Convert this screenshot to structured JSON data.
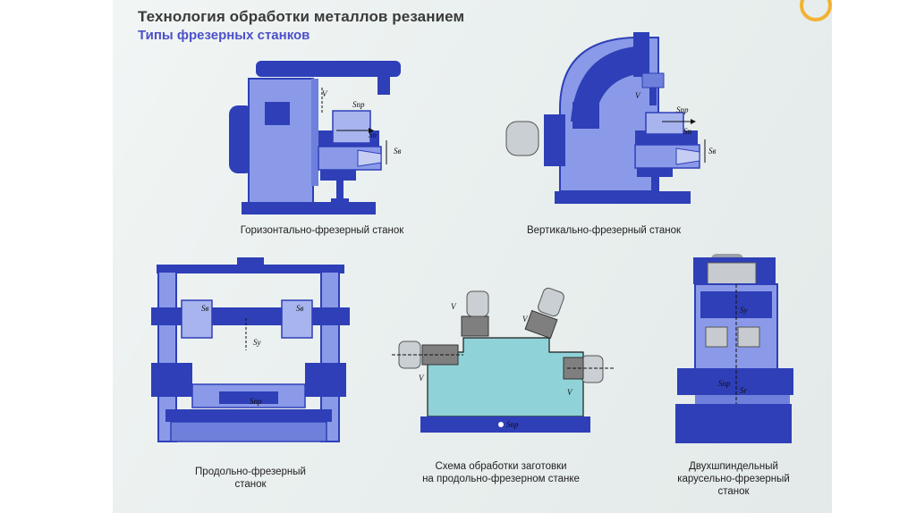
{
  "title": "Технология обработки металлов резанием",
  "subtitle": "Типы фрезерных станков",
  "colors": {
    "machine_blue": "#2e3fb8",
    "machine_light": "#8a9ae8",
    "workpiece": "#8fd3d8",
    "background": "#eaf0ef"
  },
  "machines": [
    {
      "caption": "Горизонтально-фрезерный станок",
      "labels": [
        "V",
        "Sпр",
        "Sп",
        "Sв"
      ]
    },
    {
      "caption": "Вертикально-фрезерный станок",
      "labels": [
        "V",
        "Sпр",
        "Sп",
        "Sв"
      ]
    },
    {
      "caption_lines": [
        "Продольно-фрезерный",
        "станок"
      ],
      "labels": [
        "Sв",
        "Sв",
        "Sy",
        "Sпр"
      ]
    },
    {
      "caption_lines": [
        "Схема обработки заготовки",
        "на продольно-фрезерном станке"
      ],
      "labels": [
        "V",
        "V",
        "V",
        "V",
        "Sпр"
      ]
    },
    {
      "caption_lines": [
        "Двухшпиндельный",
        "карусельно-фрезерный",
        "станок"
      ],
      "labels": [
        "Sy",
        "Sпр",
        "Sr"
      ]
    }
  ]
}
